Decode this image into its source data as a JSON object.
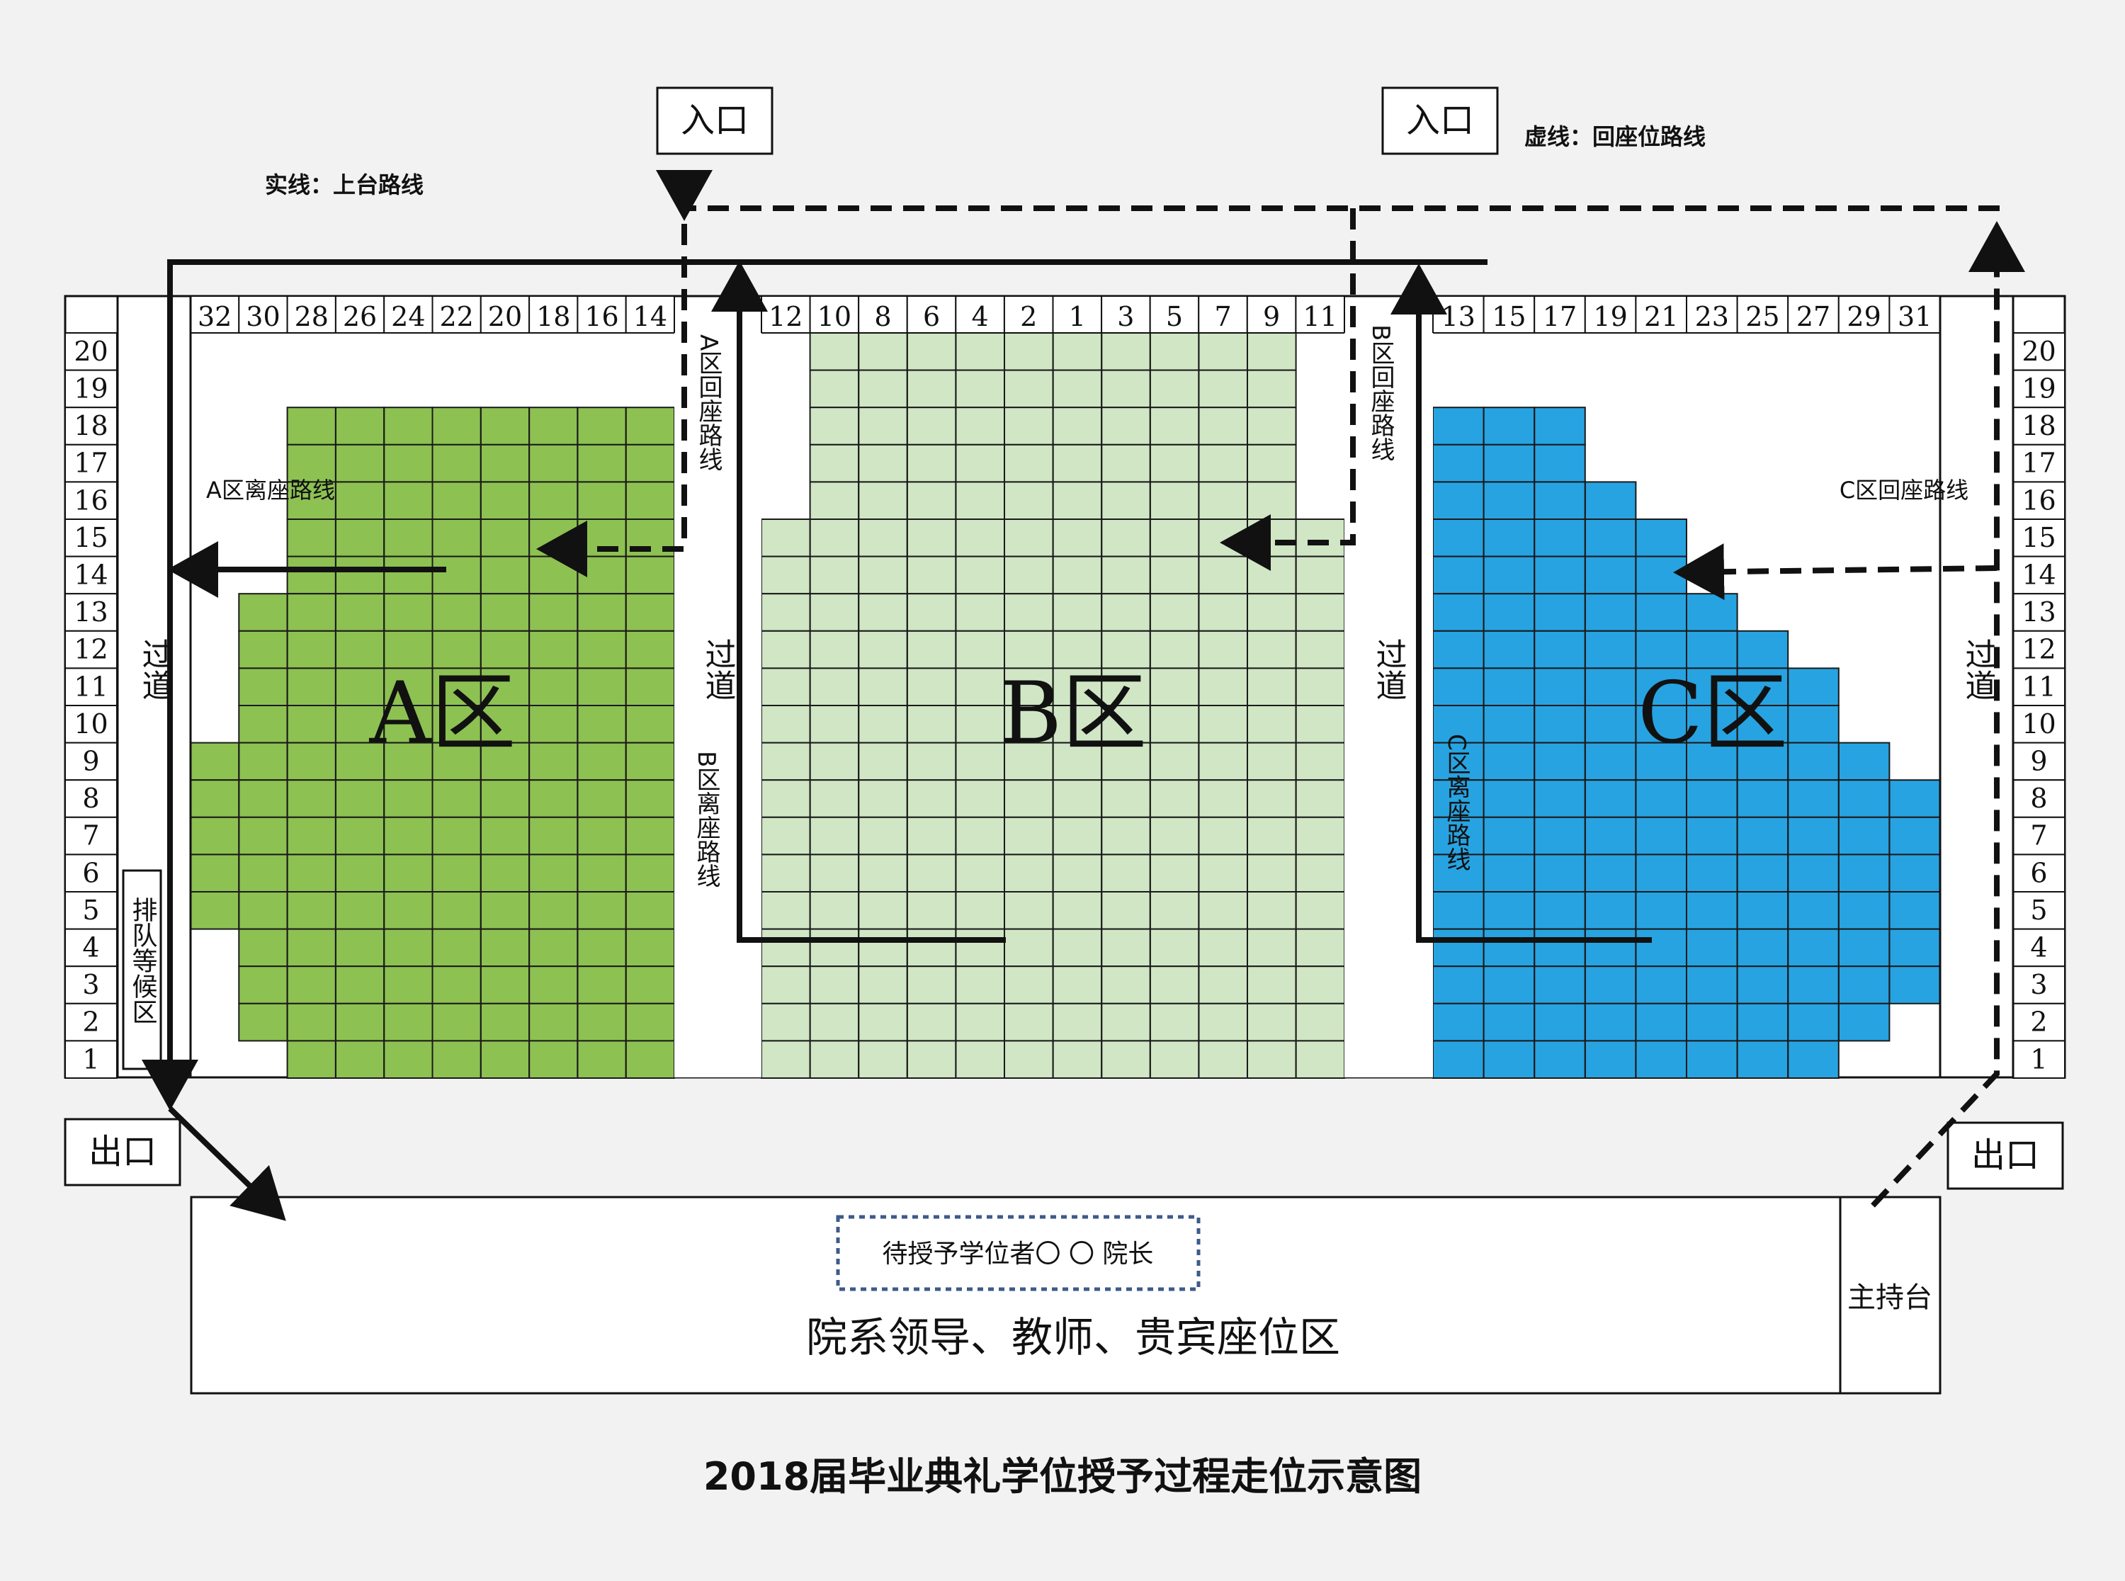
{
  "title": "2018届毕业典礼学位授予过程走位示意图",
  "legend": {
    "solid": "实线：上台路线",
    "dashed": "虚线：回座位路线"
  },
  "entrances": [
    "入口",
    "入口"
  ],
  "exits": [
    "出口",
    "出口"
  ],
  "aisle_label": "过道",
  "waiting_area": "排队等候区",
  "host_desk": "主持台",
  "guest_area": "院系领导、教师、贵宾座位区",
  "awardee_box": "待授予学位者〇 〇 院长",
  "row_numbers": [
    "20",
    "19",
    "18",
    "17",
    "16",
    "15",
    "14",
    "13",
    "12",
    "11",
    "10",
    "9",
    "8",
    "7",
    "6",
    "5",
    "4",
    "3",
    "2",
    "1"
  ],
  "columns": {
    "A": [
      "32",
      "30",
      "28",
      "26",
      "24",
      "22",
      "20",
      "18",
      "16",
      "14"
    ],
    "B": [
      "12",
      "10",
      "8",
      "6",
      "4",
      "2",
      "1",
      "3",
      "5",
      "7",
      "9",
      "11"
    ],
    "C": [
      "13",
      "15",
      "17",
      "19",
      "21",
      "23",
      "25",
      "27",
      "29",
      "31"
    ]
  },
  "zones": [
    {
      "label": "A区",
      "color": "#8dc152",
      "row_counts": [
        0,
        0,
        8,
        8,
        8,
        8,
        8,
        9,
        9,
        9,
        9,
        10,
        10,
        10,
        10,
        10,
        9,
        9,
        9,
        8
      ]
    },
    {
      "label": "B区",
      "color": "#d0e6c5",
      "row_counts": [
        10,
        10,
        10,
        10,
        10,
        12,
        12,
        12,
        12,
        12,
        12,
        12,
        12,
        12,
        12,
        12,
        12,
        12,
        12,
        12
      ]
    },
    {
      "label": "C区",
      "color": "#27a3e1",
      "row_counts": [
        0,
        0,
        3,
        3,
        4,
        5,
        5,
        6,
        7,
        8,
        8,
        9,
        10,
        10,
        10,
        10,
        10,
        10,
        9,
        8
      ]
    }
  ],
  "routes": {
    "A_leave": "A区离座路线",
    "A_return": "A区回座路线",
    "B_leave": "B区离座路线",
    "B_return": "B区回座路线",
    "C_leave": "C区离座路线",
    "C_return": "C区回座路线"
  }
}
